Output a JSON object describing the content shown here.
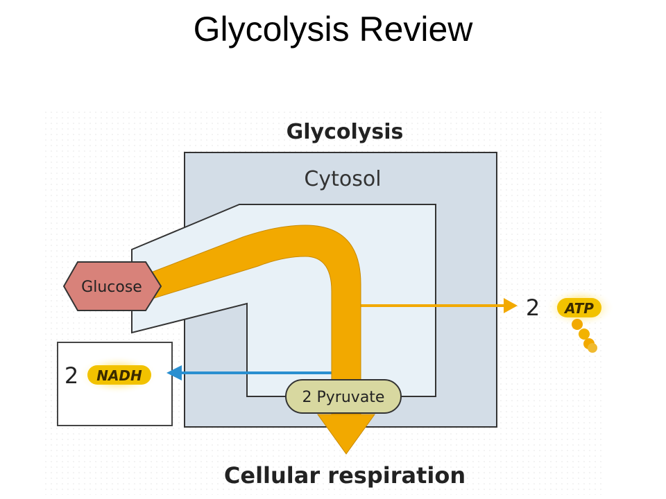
{
  "slide": {
    "title": "Glycolysis Review"
  },
  "diagram": {
    "heading": "Glycolysis",
    "compartment_label": "Cytosol",
    "input_label": "Glucose",
    "product_label": "2 Pyruvate",
    "atp": {
      "count": "2",
      "label": "ATP"
    },
    "nadh": {
      "count": "2",
      "label": "NADH"
    },
    "output_label": "Cellular respiration"
  },
  "colors": {
    "cytosol_fill": "#d3dde7",
    "membrane_fill": "#e8f1f7",
    "glucose_fill": "#d8827a",
    "pathway_orange": "#f2a900",
    "nadh_arrow": "#2a8fd0",
    "pyruvate_fill": "#d8d8a0",
    "badge_glow": "#fff0a8"
  }
}
